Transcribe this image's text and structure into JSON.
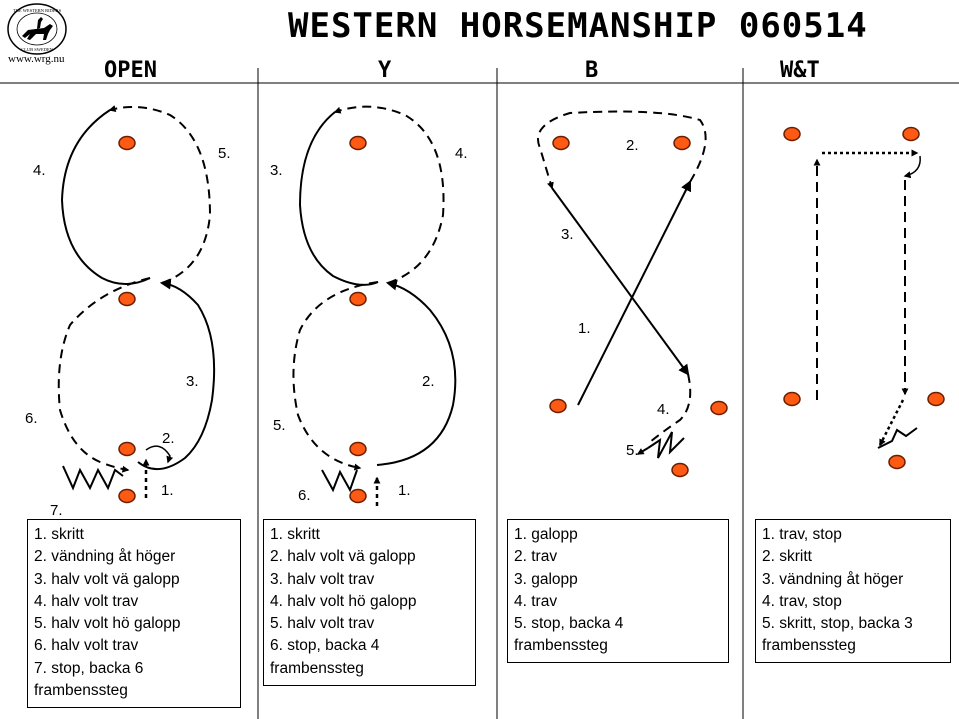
{
  "title": "WESTERN HORSEMANSHIP 060514",
  "logo": {
    "text_top": "THE WESTERN RIDERS",
    "text_bottom": "CLUB SWEDEN",
    "icon": "horse-rider-icon"
  },
  "website": "www.wrg.nu",
  "colors": {
    "cone": "#ff5a14",
    "cone_outline": "#6b1d00",
    "line": "#000000"
  },
  "columns": [
    {
      "heading": "OPEN",
      "labels": [
        "1.",
        "2.",
        "3.",
        "4.",
        "5.",
        "6.",
        "7."
      ],
      "legend": [
        "1. skritt",
        "2. vändning åt höger",
        "3. halv volt vä galopp",
        "4. halv volt trav",
        "5. halv volt hö galopp",
        "6. halv volt trav",
        "7. stop, backa 6",
        "frambenssteg"
      ]
    },
    {
      "heading": "Y",
      "labels": [
        "1.",
        "2.",
        "3.",
        "4.",
        "5.",
        "6."
      ],
      "legend": [
        "1. skritt",
        "2. halv volt vä galopp",
        "3. halv volt trav",
        "4. halv volt hö galopp",
        "5. halv volt trav",
        "6. stop, backa 4",
        "frambenssteg"
      ]
    },
    {
      "heading": "B",
      "labels": [
        "1.",
        "2.",
        "3.",
        "4.",
        "5."
      ],
      "legend": [
        "1. galopp",
        "2. trav",
        "3. galopp",
        "4. trav",
        "5. stop, backa 4",
        "frambenssteg"
      ]
    },
    {
      "heading": "W&T",
      "legend": [
        "1. trav, stop",
        "2. skritt",
        "3. vändning åt höger",
        "4. trav, stop",
        "5. skritt, stop, backa 3",
        "frambenssteg"
      ]
    }
  ]
}
